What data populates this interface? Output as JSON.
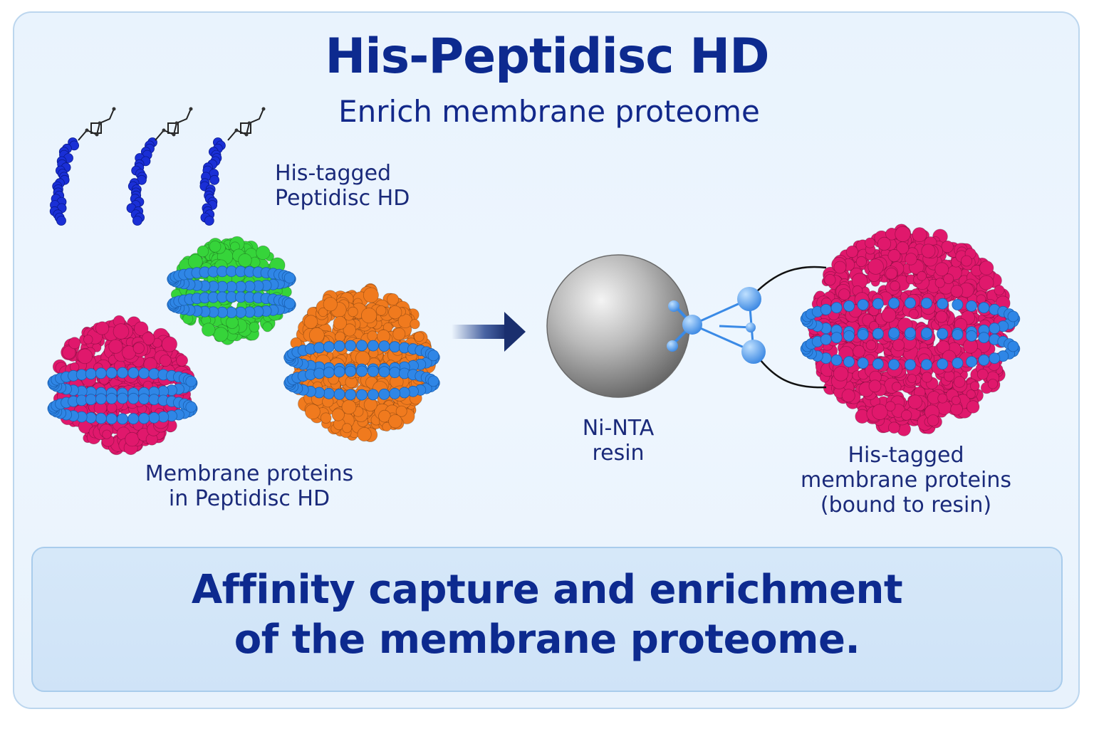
{
  "header": {
    "title": "His-Peptidisc HD",
    "subtitle": "Enrich membrane proteome"
  },
  "labels": {
    "peptides": [
      "His-tagged",
      "Peptidisc HD"
    ],
    "membrane_proteins": [
      "Membrane proteins",
      "in Peptidisc HD"
    ],
    "resin": [
      "Ni-NTA",
      "resin"
    ],
    "bound": [
      "His-tagged",
      "membrane proteins",
      "(bound to resin)"
    ]
  },
  "footer": {
    "lines": [
      "Affinity capture and enrichment",
      "of the membrane proteome."
    ]
  },
  "colors": {
    "title": "#0d2a8f",
    "peptide": "#1a2fd6",
    "belt": "#2f86e6",
    "protein_pink": "#e0186c",
    "protein_green": "#36d43a",
    "protein_orange": "#f07a1e",
    "resin": "#a8a8a8"
  },
  "icons": [
    "peptide-chain-icon",
    "protein-complex-icon",
    "arrow-right-icon",
    "resin-bead-icon",
    "nta-linker-icon"
  ]
}
